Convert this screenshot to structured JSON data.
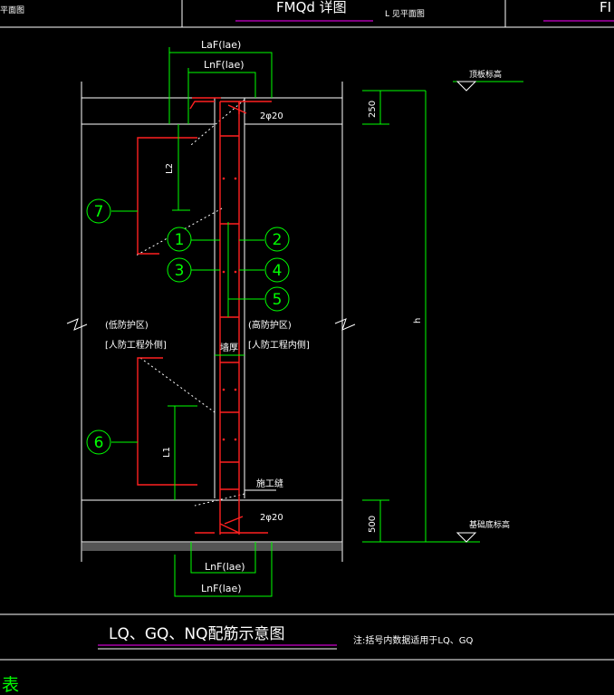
{
  "header": {
    "cell_left": "平面图",
    "cell_center": "FMQd 详图",
    "cell_center_sub": "L 见平面图",
    "cell_right": "FI"
  },
  "anchors": {
    "top_upper": "LaF(lae)",
    "top_lower": "LnF(lae)",
    "bottom_upper": "LnF(lae)",
    "bottom_lower": "LnF(lae)"
  },
  "dims": {
    "top_rebar": "2φ20",
    "bottom_rebar": "2φ20",
    "l2": "L2",
    "l1": "L1",
    "top_250": "250",
    "bot_500": "500",
    "height": "h"
  },
  "levels": {
    "top": "顶板标高",
    "bottom": "基础底标高"
  },
  "zones": {
    "left_1": "(低防护区)",
    "left_2": "[人防工程外侧]",
    "right_1": "(高防护区)",
    "right_2": "[人防工程内侧]",
    "wall_thickness": "墙厚",
    "construction_joint": "施工缝"
  },
  "callouts": [
    "1",
    "2",
    "3",
    "4",
    "5",
    "6",
    "7"
  ],
  "footer": {
    "title": "LQ、GQ、NQ配筋示意图",
    "note": "注:括号内数据适用于LQ、GQ"
  },
  "corner_char": "表",
  "colors": {
    "white": "#ffffff",
    "green": "#00ff00",
    "red": "#ff2020",
    "magenta": "#ff00ff",
    "gray": "#9a9a9a"
  }
}
